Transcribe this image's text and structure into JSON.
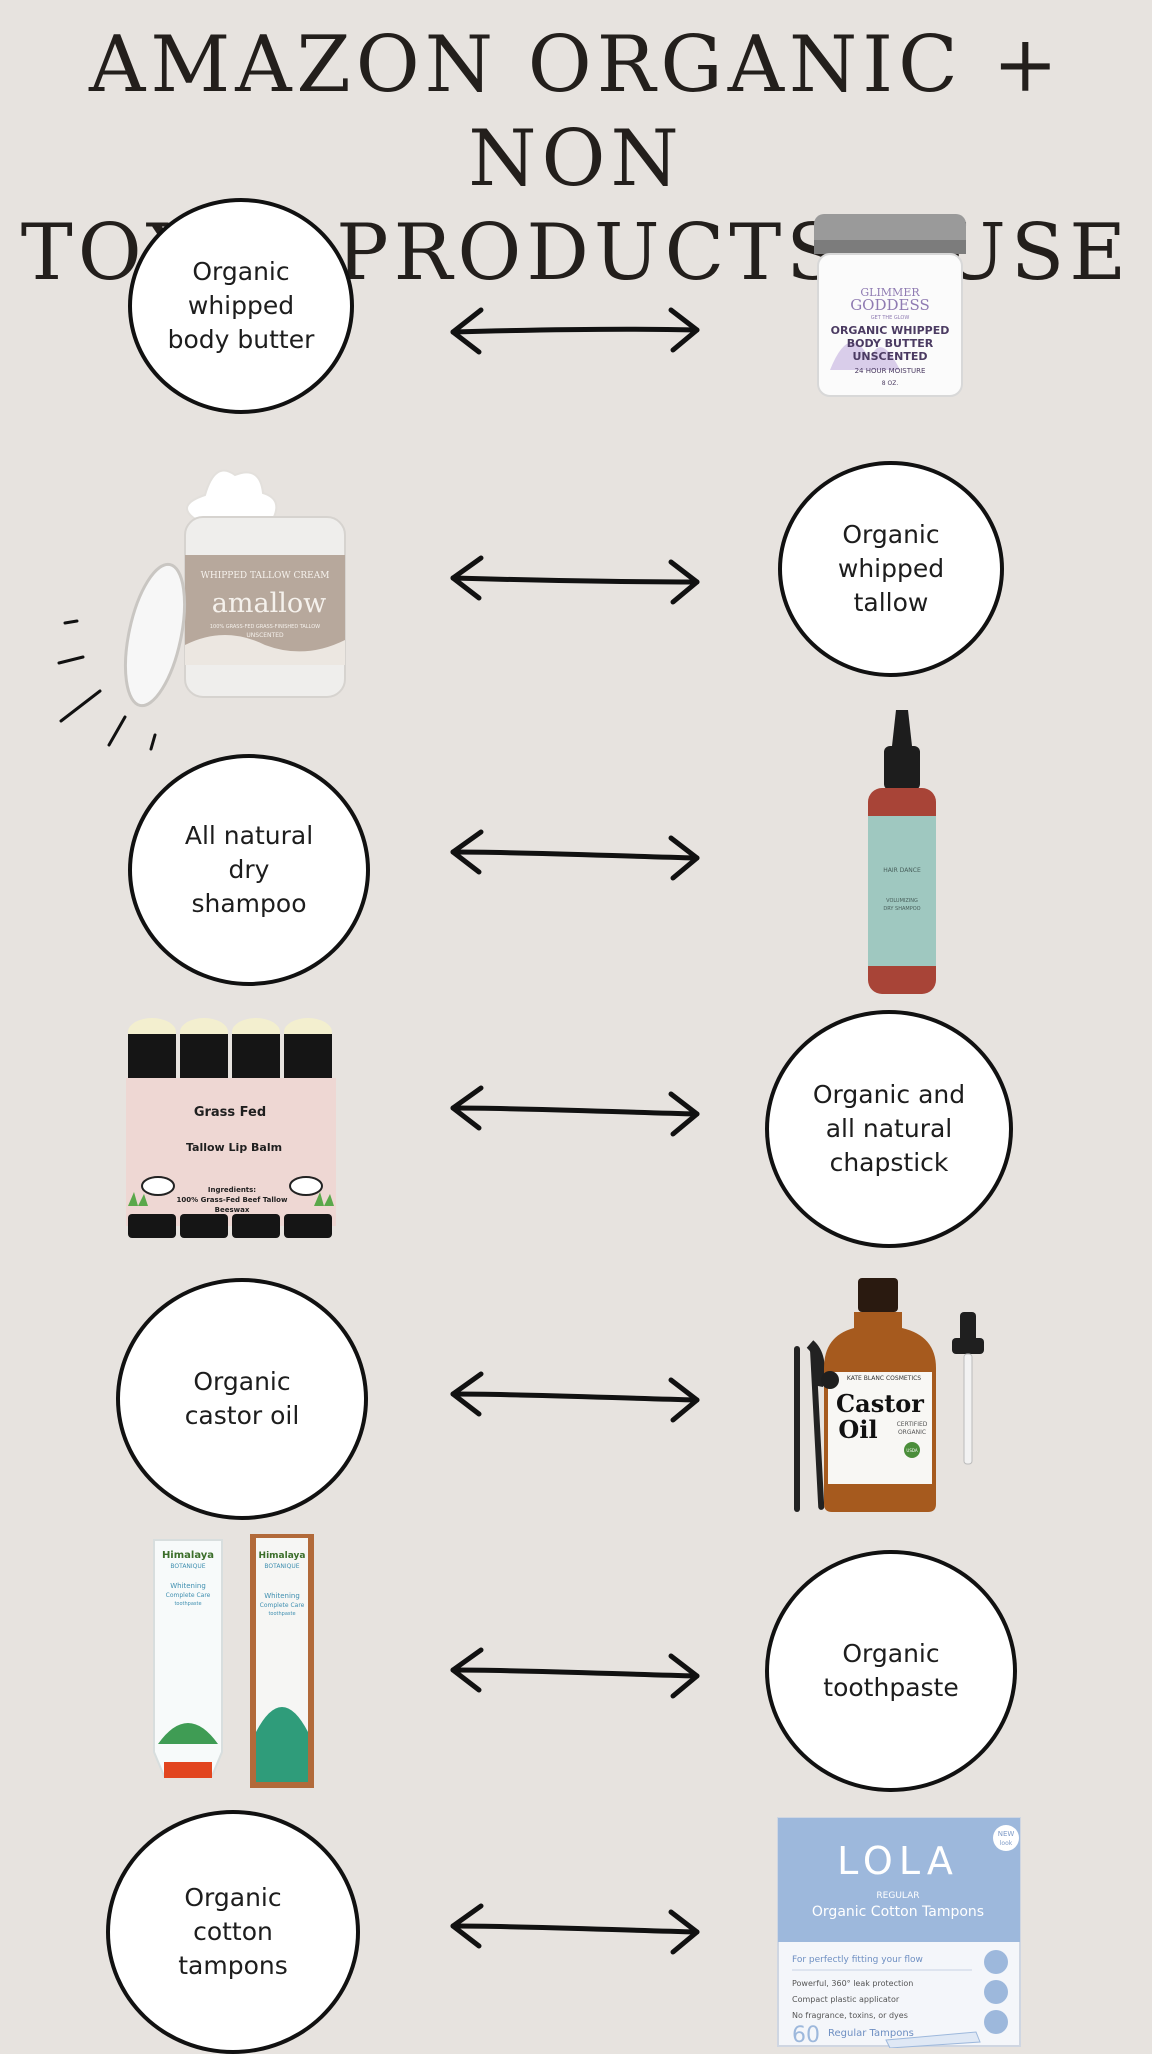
{
  "title": {
    "line1": "AMAZON ORGANIC + NON",
    "line2": "TOXIC PRODUCTS I USE"
  },
  "rows": [
    {
      "label": "Organic\nwhipped\nbody butter",
      "product_icon": "body-butter-jar",
      "jar_text": {
        "brand1": "GLIMMER",
        "brand2": "GODDESS",
        "tag": "GET THE GLOW",
        "line1": "ORGANIC WHIPPED",
        "line2": "BODY BUTTER",
        "line3": "UNSCENTED",
        "line4": "24 HOUR MOISTURE",
        "line5": "8 OZ."
      }
    },
    {
      "label": "Organic\nwhipped\ntallow",
      "product_icon": "tallow-jar",
      "jar_text": {
        "top": "WHIPPED TALLOW CREAM",
        "brand": "amallow",
        "sub": "100% GRASS-FED GRASS-FINISHED TALLOW",
        "scent": "UNSCENTED"
      }
    },
    {
      "label": "All natural\ndry\nshampoo",
      "product_icon": "dry-shampoo-bottle",
      "bottle_text": {
        "brand": "HAIR DANCE",
        "line1": "VOLUMIZING",
        "line2": "DRY SHAMPOO"
      }
    },
    {
      "label": "Organic and\nall natural\nchapstick",
      "product_icon": "lip-balm-pack",
      "balm_text": {
        "line1": "Grass Fed",
        "line2": "Tallow Lip Balm",
        "line3": "Ingredients:",
        "line4": "100% Grass-Fed Beef Tallow",
        "line5": "Beeswax"
      }
    },
    {
      "label": "Organic\ncastor oil",
      "product_icon": "castor-oil-bottle",
      "oil_text": {
        "brand": "KATE BLANC COSMETICS",
        "line1": "Castor",
        "line2": "Oil",
        "cert1": "CERTIFIED",
        "cert2": "ORGANIC",
        "usda": "USDA"
      }
    },
    {
      "label": "Organic\ntoothpaste",
      "product_icon": "toothpaste-tubes",
      "tube_text": {
        "brand": "Himalaya",
        "sub": "BOTANIQUE",
        "line1": "Whitening",
        "line2": "Complete Care",
        "line3": "toothpaste"
      }
    },
    {
      "label": "Organic\ncotton\ntampons",
      "product_icon": "tampon-box",
      "box_text": {
        "brand": "LOLA",
        "badge1": "NEW",
        "badge2": "look",
        "sub": "REGULAR",
        "line1": "Organic Cotton Tampons",
        "line2": "For perfectly fitting your flow",
        "line3": "Powerful, 360° leak protection",
        "line4": "Compact plastic applicator",
        "line5": "No fragrance, toxins, or dyes",
        "count": "60",
        "count_label": "Regular Tampons"
      }
    }
  ],
  "colors": {
    "background": "#e7e3df",
    "circle_fill": "#ffffff",
    "outline": "#111111",
    "title": "#231f1c"
  }
}
